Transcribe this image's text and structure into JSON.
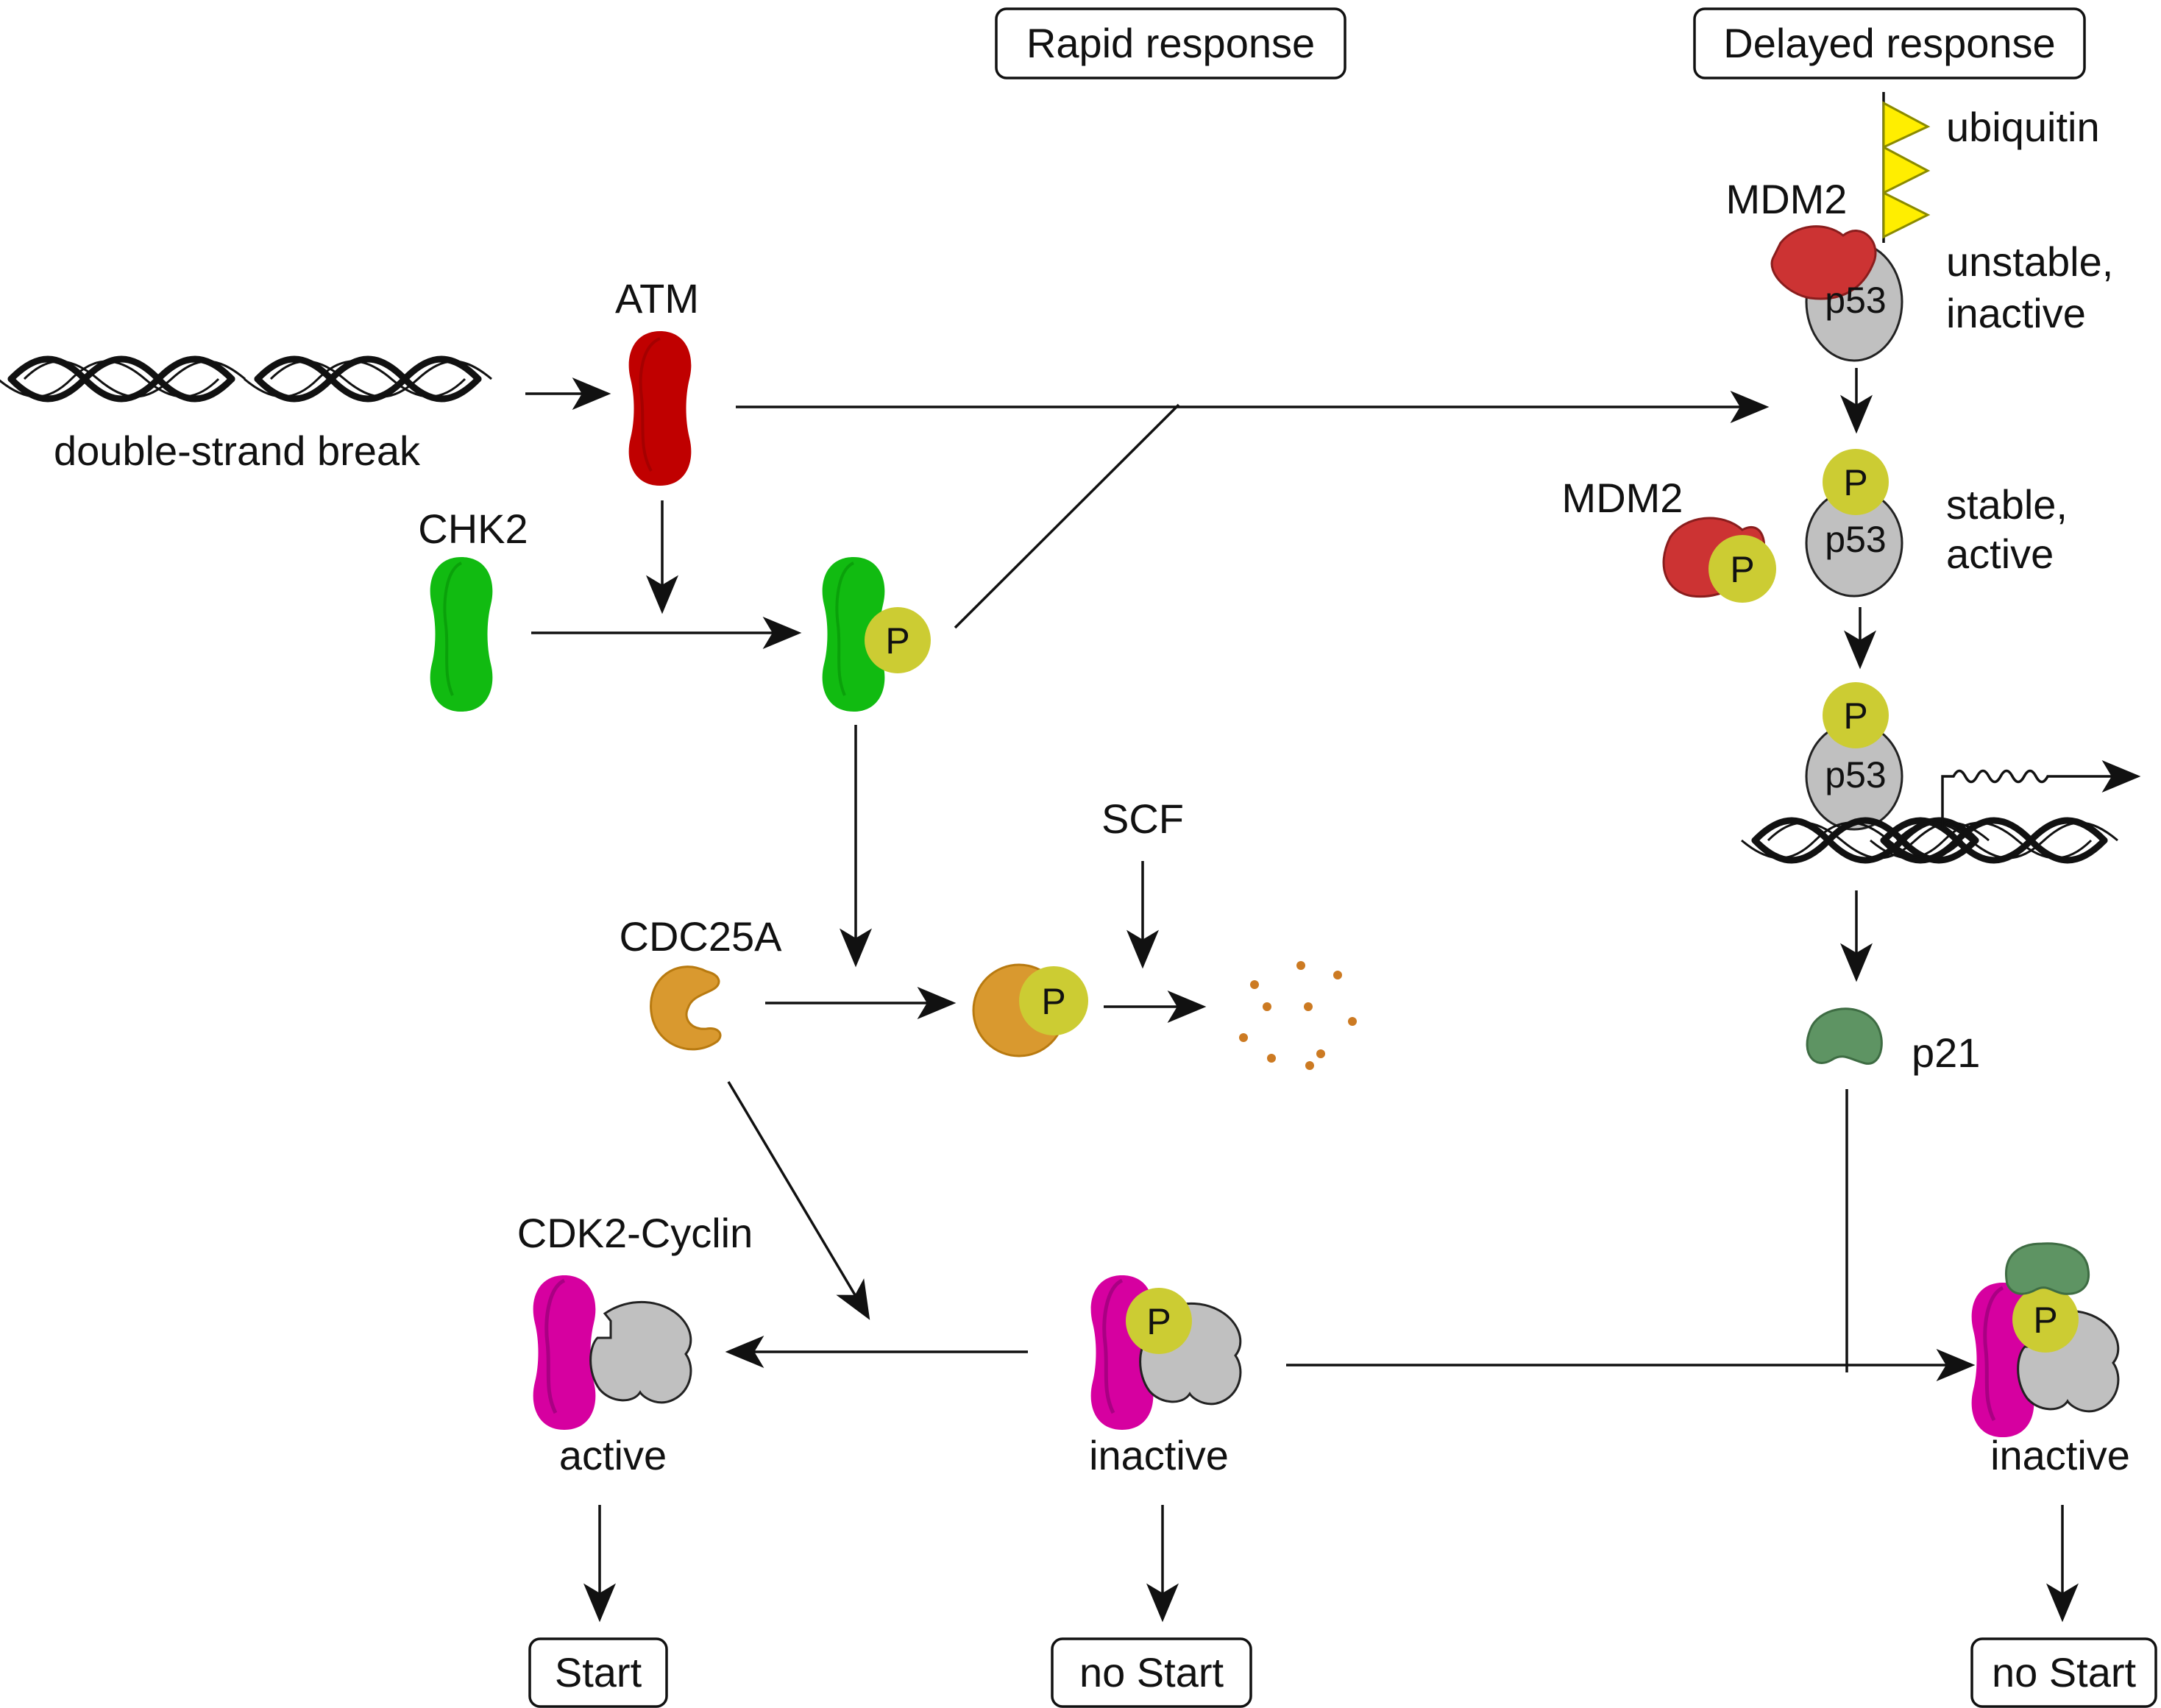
{
  "headers": {
    "rapid": "Rapid response",
    "delayed": "Delayed response"
  },
  "labels": {
    "dsb": "double-strand break",
    "atm": "ATM",
    "chk2": "CHK2",
    "cdc25a": "CDC25A",
    "scf": "SCF",
    "cdk2_cyclin": "CDK2-Cyclin",
    "active": "active",
    "inactive_mid": "inactive",
    "inactive_right": "inactive",
    "mdm2_top": "MDM2",
    "mdm2_mid": "MDM2",
    "ubiquitin": "ubiquitin",
    "unstable": "unstable,",
    "inactive_p53": "inactive",
    "stable": "stable,",
    "active_p53": "active",
    "p21": "p21",
    "p53": "p53",
    "phospho": "P"
  },
  "outcomes": {
    "start": "Start",
    "no_start_mid": "no Start",
    "no_start_right": "no Start"
  },
  "colors": {
    "atm": "#c00000",
    "chk2": "#11bb11",
    "cdc25a": "#d9992f",
    "phosphate": "#cccc33",
    "cdk2": "#d600a0",
    "cyclin": "#c0c0c0",
    "mdm2": "#cc3333",
    "p53": "#c0c0c0",
    "ubiquitin": "#ffee00",
    "p21": "#5e9463"
  }
}
